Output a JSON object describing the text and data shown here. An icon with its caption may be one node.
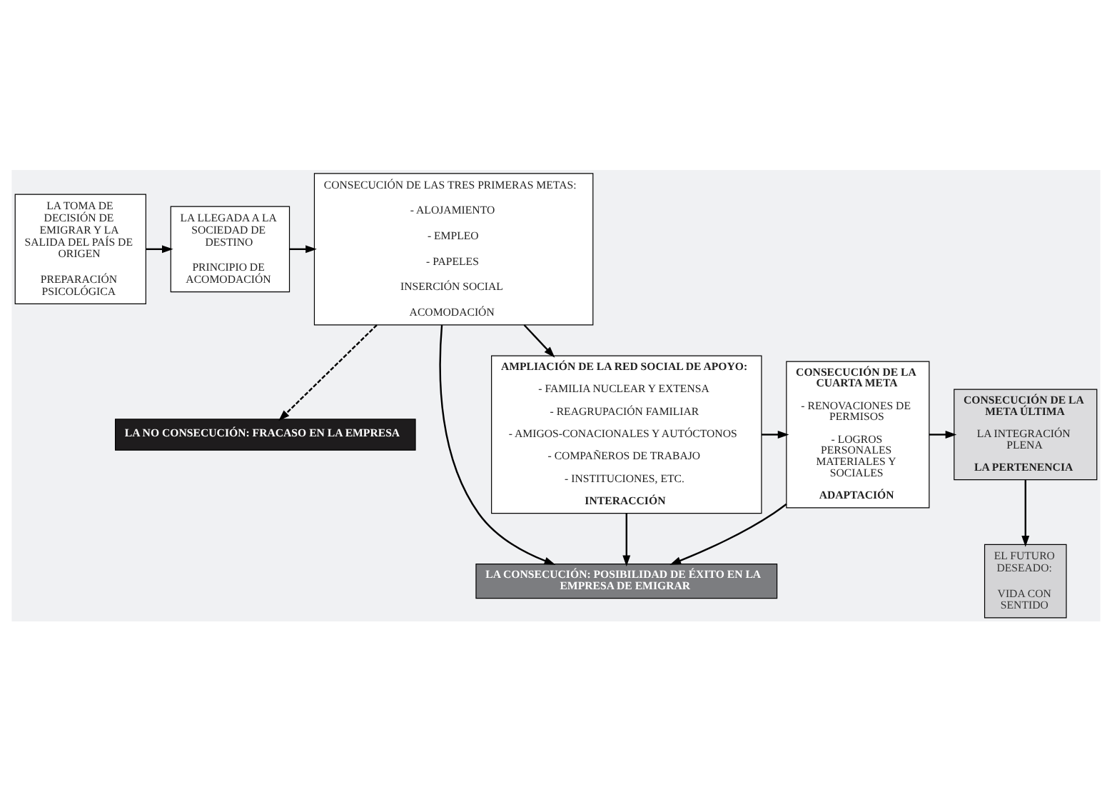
{
  "diagram": {
    "nodes": [
      {
        "text": [
          "LA TOMA DE DECISIÓN DE EMIGRAR Y LA SALIDA DEL PAÍS DE ORIGEN",
          "PREPARACIÓN PSICOLÓGICA"
        ]
      },
      {
        "text": [
          "LA LLEGADA A LA SOCIEDAD DE DESTINO",
          "PRINCIPIO DE ACOMODACIÓN"
        ]
      },
      {
        "text": [
          "CONSECUCIÓN DE LAS TRES PRIMERAS METAS:",
          "- ALOJAMIENTO",
          "- EMPLEO",
          "- PAPELES",
          "INSERCIÓN SOCIAL",
          "ACOMODACIÓN"
        ]
      },
      {
        "text": [
          "EL FUTURO DESEADO:",
          "VIDA CON SENTIDO"
        ]
      },
      {
        "text": [
          "LA NO CONSECUCIÓN: FRACASO EN LA EMPRESA"
        ]
      },
      {
        "text": [
          "LA CONSECUCIÓN: POSIBILIDAD DE ÉXITO EN LA EMPRESA DE EMIGRAR"
        ]
      },
      {
        "text": [
          "CONSECUCIÓN DE LA META ÚLTIMA",
          "LA INTEGRACIÓN PLENA",
          "LA PERTENENCIA"
        ]
      },
      {
        "text": [
          "CONSECUCIÓN DE LA CUARTA META",
          "- RENOVACIONES DE PERMISOS",
          "- LOGROS PERSONALES MATERIALES Y SOCIALES",
          "ADAPTACIÓN"
        ]
      },
      {
        "text": [
          "AMPLIACIÓN DE LA RED SOCIAL DE APOYO:",
          "- FAMILIA NUCLEAR Y EXTENSA",
          "- REAGRUPACIÓN FAMILIAR",
          "- AMIGOS-CONACIONALES Y AUTÓCTONOS",
          "- COMPAÑEROS DE TRABAJO",
          "- INSTITUCIONES, ETC.",
          "INTERACCIÓN"
        ]
      }
    ],
    "edges": [
      {
        "from": 0,
        "to": 1,
        "arrow": "to"
      },
      {
        "from": 1,
        "to": 2,
        "arrow": "to"
      },
      {
        "from": 2,
        "to": 4,
        "arrow": "to",
        "style": "dashed"
      },
      {
        "from": 2,
        "to": 5,
        "arrow": "to"
      },
      {
        "from": 2,
        "to": 8,
        "arrow": "to"
      },
      {
        "from": 8,
        "to": 7,
        "arrow": "to"
      },
      {
        "from": 7,
        "to": 6,
        "arrow": "to"
      },
      {
        "from": 6,
        "to": 3,
        "arrow": "to"
      },
      {
        "from": 7,
        "to": 5,
        "arrow": "to"
      },
      {
        "from": 8,
        "to": 5,
        "arrow": "to"
      }
    ]
  }
}
